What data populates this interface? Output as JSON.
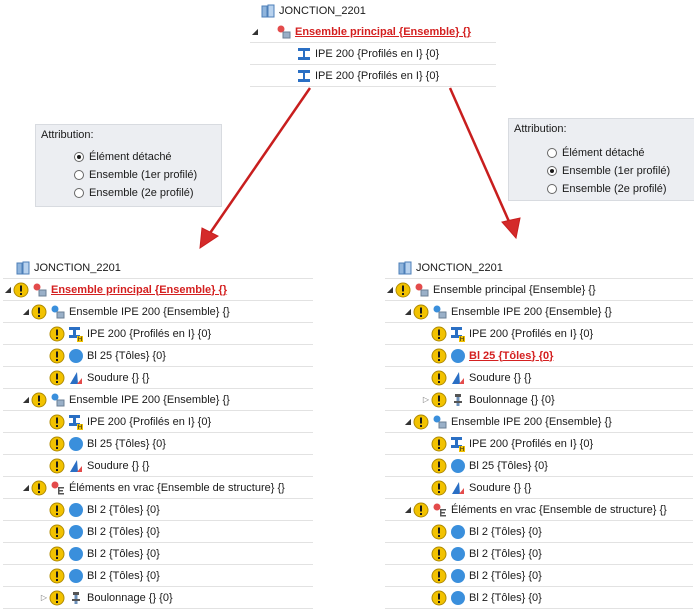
{
  "top_tree": {
    "root": "JONCTION_2201",
    "main": "Ensemble principal {Ensemble} {}",
    "children": [
      "IPE 200 {Profilés en I} {0}",
      "IPE 200 {Profilés en I} {0}"
    ]
  },
  "attr_left": {
    "title": "Attribution:",
    "options": [
      "Élément détaché",
      "Ensemble (1er profilé)",
      "Ensemble (2e profilé)"
    ],
    "selected_index": 0
  },
  "attr_right": {
    "title": "Attribution:",
    "options": [
      "Élément détaché",
      "Ensemble (1er profilé)",
      "Ensemble (2e profilé)"
    ],
    "selected_index": 1
  },
  "left_tree": {
    "root": "JONCTION_2201",
    "rows": [
      "Ensemble principal {Ensemble} {}",
      "Ensemble IPE 200 {Ensemble} {}",
      "IPE 200 {Profilés en I} {0}",
      "Bl 25 {Tôles} {0}",
      "Soudure {} {}",
      "Ensemble IPE 200 {Ensemble} {}",
      "IPE 200 {Profilés en I} {0}",
      "Bl 25 {Tôles} {0}",
      "Soudure {} {}",
      "Éléments en vrac {Ensemble de structure} {}",
      "Bl 2 {Tôles} {0}",
      "Bl 2 {Tôles} {0}",
      "Bl 2 {Tôles} {0}",
      "Bl 2 {Tôles} {0}",
      "Boulonnage {} {0}"
    ]
  },
  "right_tree": {
    "root": "JONCTION_2201",
    "rows": [
      "Ensemble principal {Ensemble} {}",
      "Ensemble IPE 200 {Ensemble} {}",
      "IPE 200 {Profilés en I} {0}",
      "Bl 25 {Tôles} {0}",
      "Soudure {} {}",
      "Boulonnage {} {0}",
      "Ensemble IPE 200 {Ensemble} {}",
      "IPE 200 {Profilés en I} {0}",
      "Bl 25 {Tôles} {0}",
      "Soudure {} {}",
      "Éléments en vrac {Ensemble de structure} {}",
      "Bl 2 {Tôles} {0}",
      "Bl 2 {Tôles} {0}",
      "Bl 2 {Tôles} {0}",
      "Bl 2 {Tôles} {0}"
    ]
  },
  "colors": {
    "arrow": "#c81e1e",
    "highlight_text": "#d42020",
    "warning": "#f2c200",
    "plate_blue": "#3a8fdc",
    "profile_blue": "#2a6fc4"
  }
}
